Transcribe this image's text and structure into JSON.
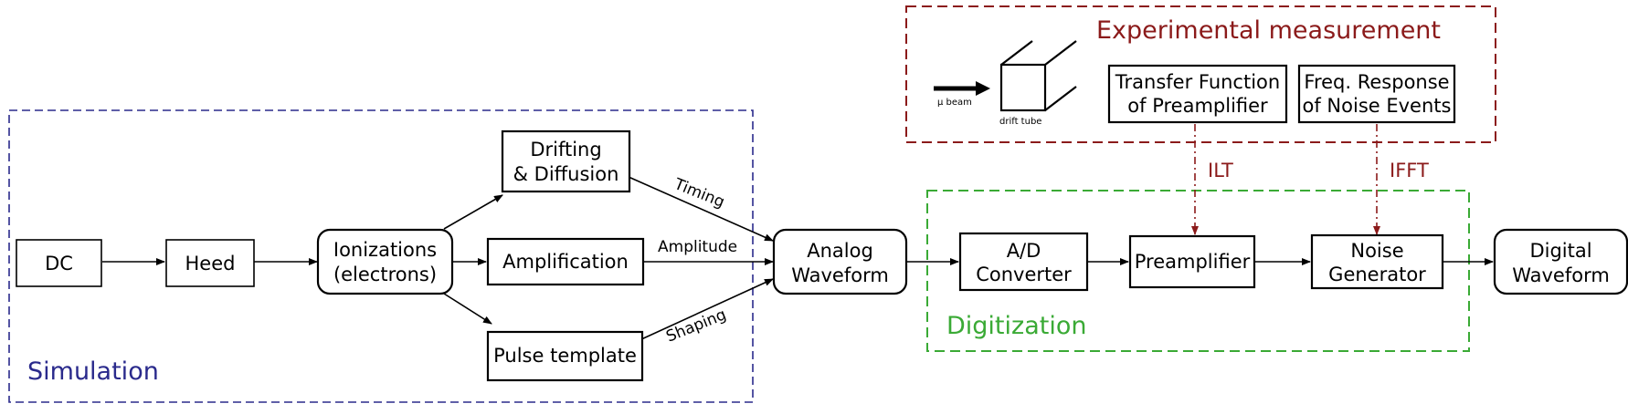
{
  "colors": {
    "simulation": "#2a2a8c",
    "digitization": "#3aaa35",
    "experimental": "#8b1a1a"
  },
  "groups": {
    "simulation": "Simulation",
    "digitization": "Digitization",
    "experimental": "Experimental measurement"
  },
  "nodes": {
    "dc": "DC",
    "heed": "Heed",
    "ionizations": [
      "Ionizations",
      "(electrons)"
    ],
    "drifting": [
      "Drifting",
      "& Diffusion"
    ],
    "amplification": "Amplification",
    "pulse_template": "Pulse template",
    "analog": [
      "Analog",
      "Waveform"
    ],
    "adc": [
      "A/D",
      "Converter"
    ],
    "preamplifier": "Preamplifier",
    "noise_generator": [
      "Noise",
      "Generator"
    ],
    "digital": [
      "Digital",
      "Waveform"
    ],
    "transfer_function": [
      "Transfer Function",
      "of Preamplifier"
    ],
    "freq_response": [
      "Freq. Response",
      "of Noise Events"
    ]
  },
  "edge_labels": {
    "timing": "Timing",
    "amplitude": "Amplitude",
    "shaping": "Shaping",
    "ilt": "ILT",
    "ifft": "IFFT"
  },
  "icon_labels": {
    "beam": "μ beam",
    "drift_tube": "drift tube"
  },
  "icons": [
    "beam-arrow-icon",
    "drift-tube-cube-icon"
  ]
}
